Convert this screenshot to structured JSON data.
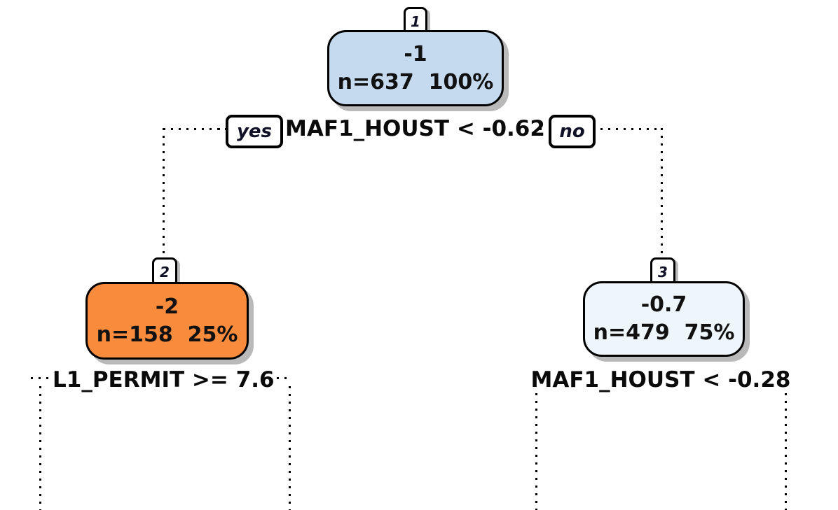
{
  "diagram": {
    "type": "decision-tree",
    "nodes": {
      "root": {
        "id": "1",
        "value": "-1",
        "stats": "n=637  100%",
        "fill": "#c6daef"
      },
      "left": {
        "id": "2",
        "value": "-2",
        "stats": "n=158  25%",
        "fill": "#f98b3d"
      },
      "right": {
        "id": "3",
        "value": "-0.7",
        "stats": "n=479  75%",
        "fill": "#eef6fb"
      }
    },
    "splits": {
      "root": {
        "condition": "MAF1_HOUST < -0.62",
        "yes_label": "yes",
        "no_label": "no"
      },
      "left": {
        "condition": "L1_PERMIT >= 7.6"
      },
      "right": {
        "condition": "MAF1_HOUST < -0.28"
      }
    },
    "colors": {
      "node_border": "#000000",
      "shadow": "#b9b9b9",
      "branch_line": "#000000",
      "root_fill": "#c6daef",
      "left_fill": "#f98b3d",
      "right_fill": "#eef6fb"
    }
  }
}
